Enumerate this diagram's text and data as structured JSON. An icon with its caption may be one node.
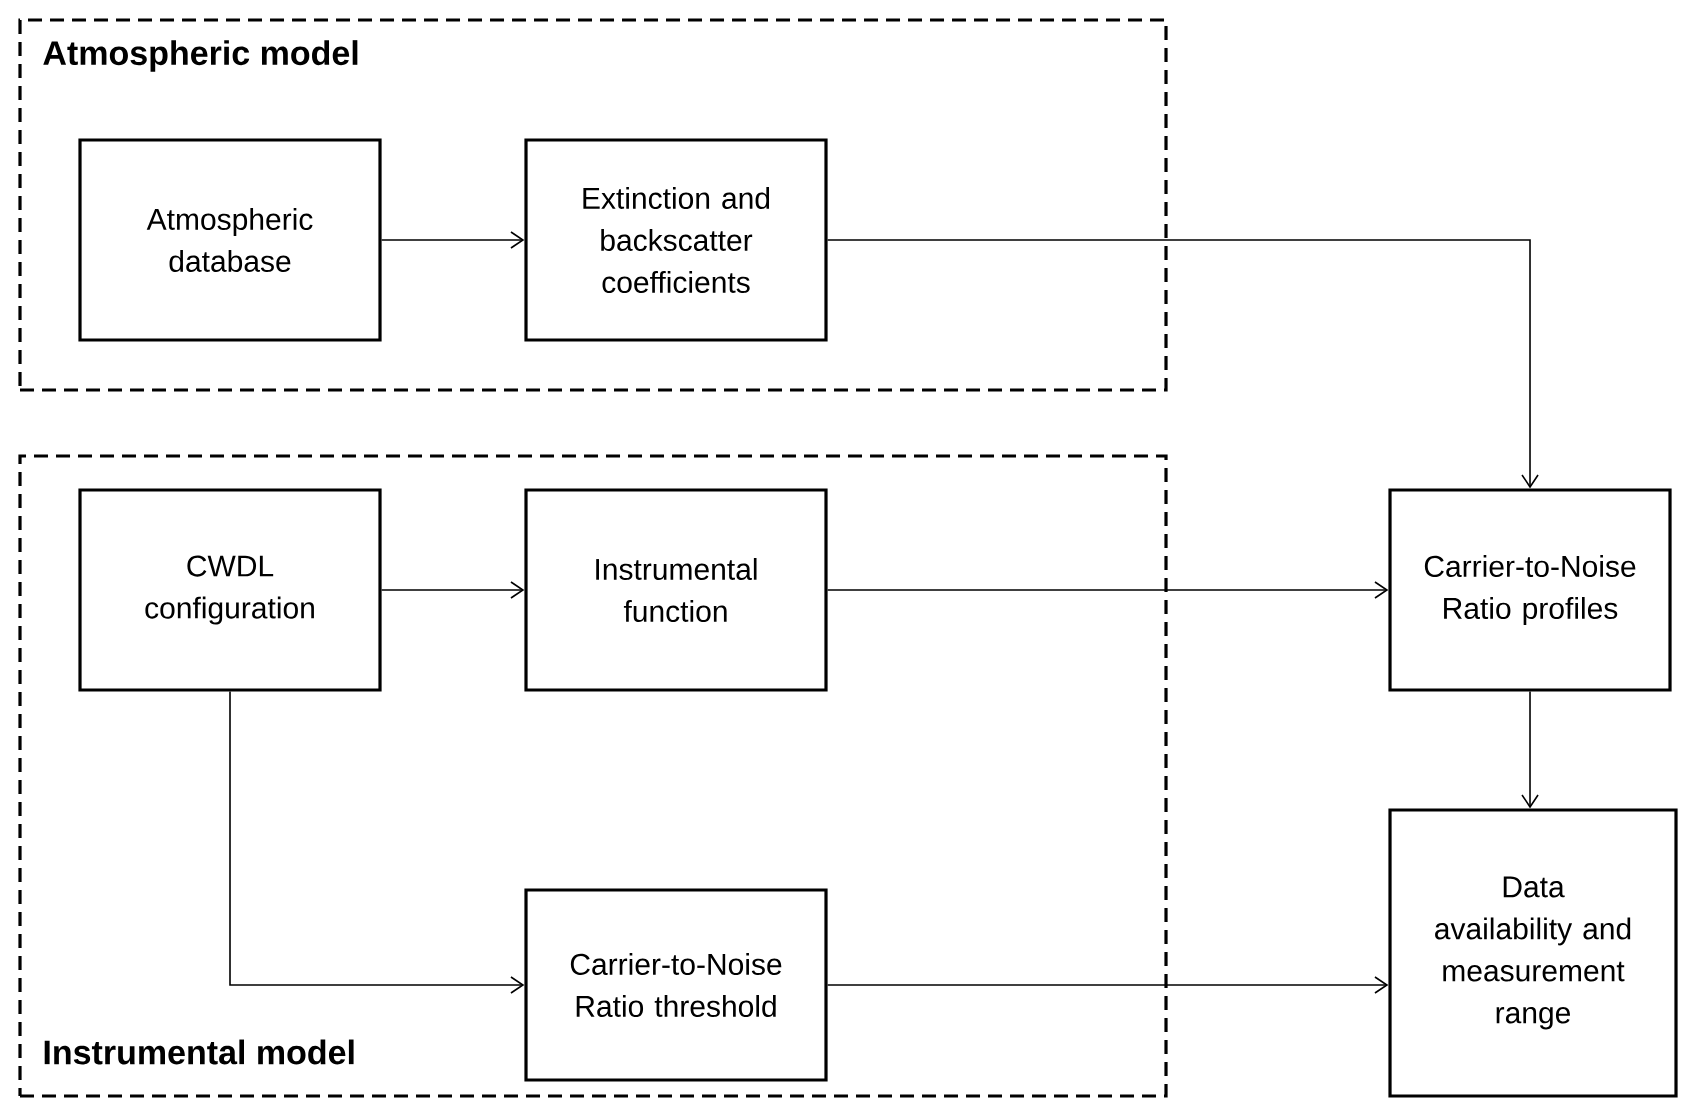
{
  "diagram": {
    "nodes": [
      {
        "text": [
          "Atmospheric model"
        ]
      },
      {
        "text": [
          "Atmospheric database"
        ],
        "in": 0
      },
      {
        "text": [
          "Extinction and backscatter coefficients"
        ],
        "in": 0
      },
      {
        "text": [
          "Instrumental model"
        ]
      },
      {
        "text": [
          "CWDL configuration"
        ],
        "in": 3
      },
      {
        "text": [
          "Instrumental function"
        ],
        "in": 3
      },
      {
        "text": [
          "Carrier-to-Noise Ratio threshold"
        ],
        "in": 3
      },
      {
        "text": [
          "Carrier-to-Noise Ratio profiles"
        ]
      },
      {
        "text": [
          "Data availability and measurement range"
        ]
      }
    ],
    "edges": [
      {
        "from": 1,
        "to": 2,
        "arrow": "to"
      },
      {
        "from": 2,
        "to": 7,
        "arrow": "to"
      },
      {
        "from": 4,
        "to": 5,
        "arrow": "to"
      },
      {
        "from": 5,
        "to": 7,
        "arrow": "to"
      },
      {
        "from": 4,
        "to": 6,
        "arrow": "to"
      },
      {
        "from": 7,
        "to": 8,
        "arrow": "to"
      },
      {
        "from": 6,
        "to": 8,
        "arrow": "to"
      }
    ]
  }
}
